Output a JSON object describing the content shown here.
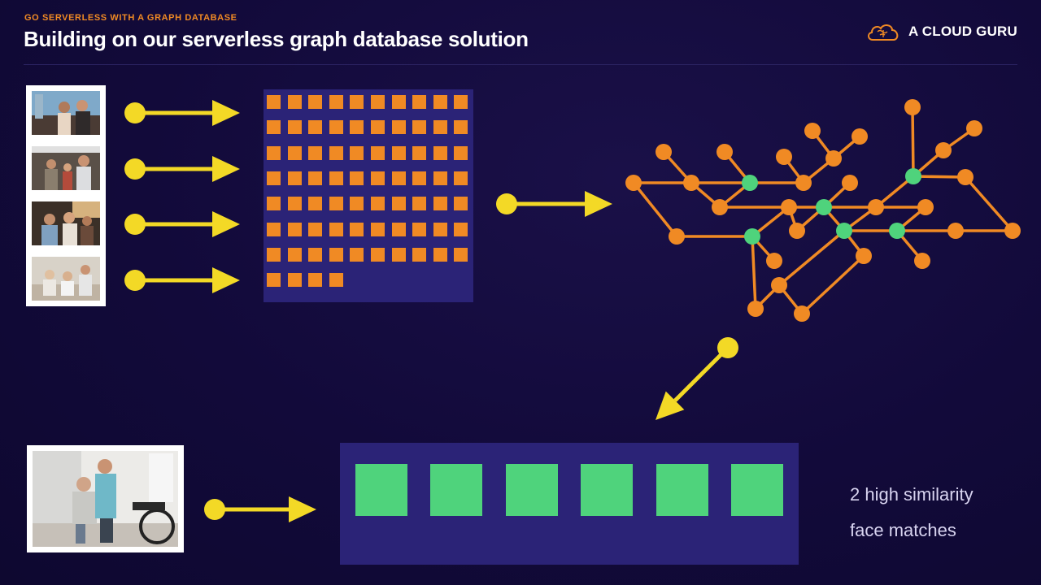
{
  "header": {
    "eyebrow": "GO SERVERLESS WITH A GRAPH DATABASE",
    "title": "Building on our serverless graph database solution"
  },
  "brand": {
    "name": "A CLOUD GURU",
    "logo_icon": "cloud-brain-icon"
  },
  "colors": {
    "background": "#120a3a",
    "accent_orange": "#f08a24",
    "arrow_yellow": "#f3d926",
    "match_green": "#4fd37c",
    "panel_purple": "#2b2377"
  },
  "input_photos": [
    {
      "subject": "couple-outdoors"
    },
    {
      "subject": "family-group"
    },
    {
      "subject": "friends-with-phone"
    },
    {
      "subject": "seniors-on-sofa"
    }
  ],
  "embedding_grid": {
    "cells": 74
  },
  "query_photo": {
    "subject": "caregiver-helping-man"
  },
  "results": {
    "match_count": 6
  },
  "caption": {
    "line1": "2 high similarity",
    "line2": "face matches"
  }
}
